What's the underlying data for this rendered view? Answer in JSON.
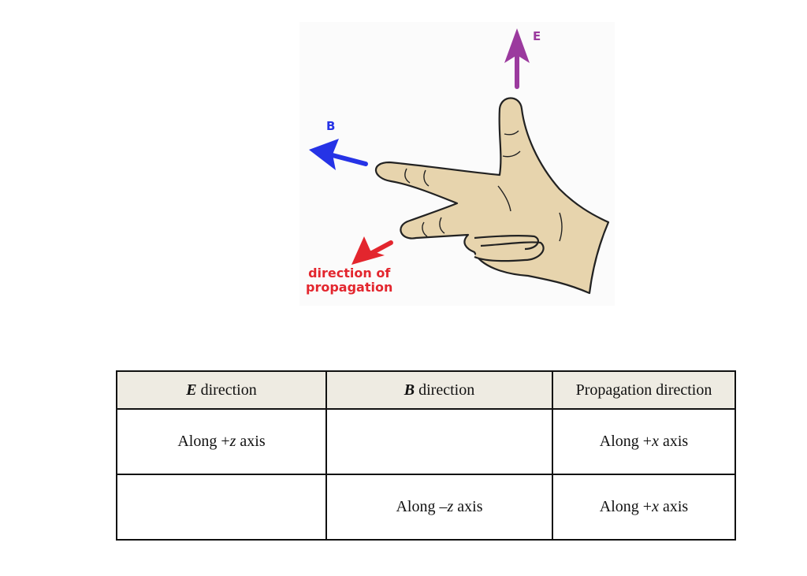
{
  "figure": {
    "e_label": "E",
    "b_label": "B",
    "propagation_label_line1": "direction of",
    "propagation_label_line2": "propagation",
    "colors": {
      "e_arrow": "#9b3a9e",
      "b_arrow": "#2633e6",
      "propagation_arrow": "#e3262e",
      "hand_fill": "#e7d4ad",
      "hand_outline": "#222222"
    }
  },
  "table": {
    "headers": [
      {
        "symbol": "E",
        "text": " direction"
      },
      {
        "symbol": "B",
        "text": " direction"
      },
      {
        "symbol": "",
        "text": "Propagation direction"
      }
    ],
    "rows": [
      [
        {
          "pre": "Along +",
          "var": "z",
          "post": " axis"
        },
        {
          "pre": "",
          "var": "",
          "post": ""
        },
        {
          "pre": "Along +",
          "var": "x",
          "post": " axis"
        }
      ],
      [
        {
          "pre": "",
          "var": "",
          "post": ""
        },
        {
          "pre": "Along –",
          "var": "z",
          "post": " axis"
        },
        {
          "pre": "Along +",
          "var": "x",
          "post": " axis"
        }
      ]
    ]
  }
}
